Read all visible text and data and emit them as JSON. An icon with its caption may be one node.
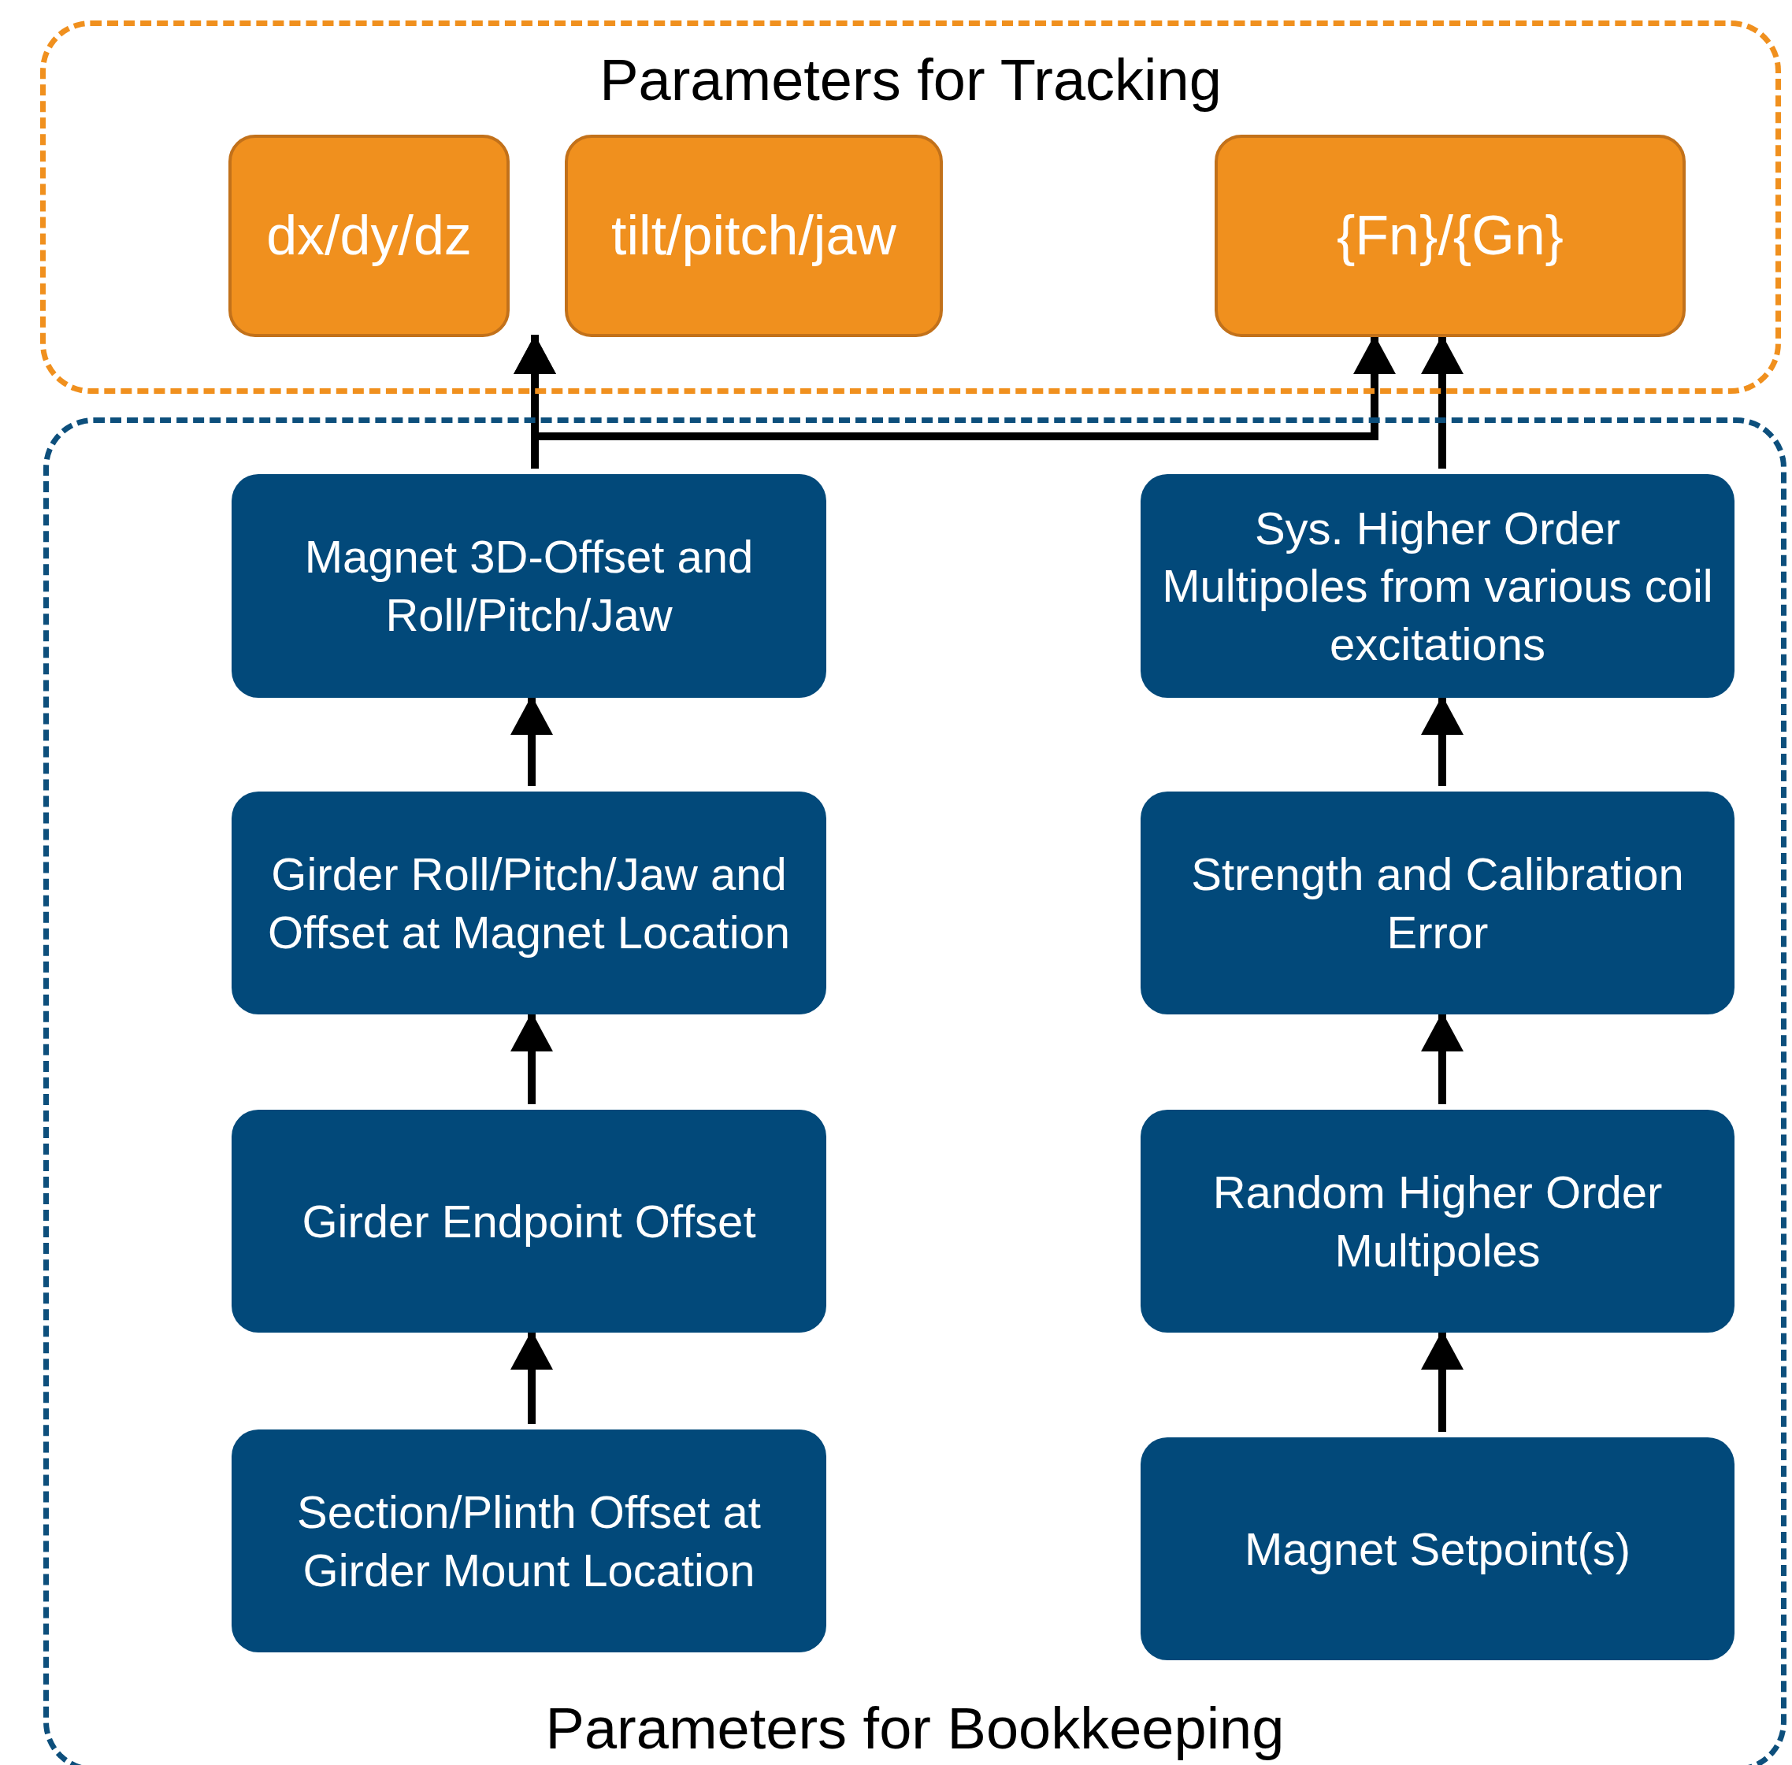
{
  "diagram": {
    "nodes": [
      {
        "text": [
          "Parameters for Tracking"
        ]
      },
      {
        "text": [
          "dx/dy/dz"
        ],
        "in": 0
      },
      {
        "text": [
          "tilt/pitch/jaw"
        ],
        "in": 0
      },
      {
        "text": [
          "{Fn}/{Gn}"
        ],
        "in": 0
      },
      {
        "text": [
          "Parameters for Bookkeeping"
        ]
      },
      {
        "text": [
          "Magnet 3D-Offset and Roll/Pitch/Jaw"
        ],
        "in": 4
      },
      {
        "text": [
          "Sys. Higher Order Multipoles from various coil excitations"
        ],
        "in": 4
      },
      {
        "text": [
          "Girder Roll/Pitch/Jaw and Offset at Magnet Location"
        ],
        "in": 4
      },
      {
        "text": [
          "Strength and Calibration Error"
        ],
        "in": 4
      },
      {
        "text": [
          "Girder Endpoint Offset"
        ],
        "in": 4
      },
      {
        "text": [
          "Random Higher Order Multipoles"
        ],
        "in": 4
      },
      {
        "text": [
          "Section/Plinth Offset at Girder Mount Location"
        ],
        "in": 4
      },
      {
        "text": [
          "Magnet Setpoint(s)"
        ],
        "in": 4
      }
    ],
    "edges": [
      {
        "from": 11,
        "to": 9,
        "arrow": "to"
      },
      {
        "from": 9,
        "to": 7,
        "arrow": "to"
      },
      {
        "from": 7,
        "to": 5,
        "arrow": "to"
      },
      {
        "from": 5,
        "to": 1,
        "arrow": "to"
      },
      {
        "from": 5,
        "to": 2,
        "arrow": "to"
      },
      {
        "from": 5,
        "to": 3,
        "arrow": "to"
      },
      {
        "from": 12,
        "to": 10,
        "arrow": "to"
      },
      {
        "from": 10,
        "to": 8,
        "arrow": "to"
      },
      {
        "from": 8,
        "to": 6,
        "arrow": "to"
      },
      {
        "from": 6,
        "to": 3,
        "arrow": "to"
      }
    ]
  }
}
